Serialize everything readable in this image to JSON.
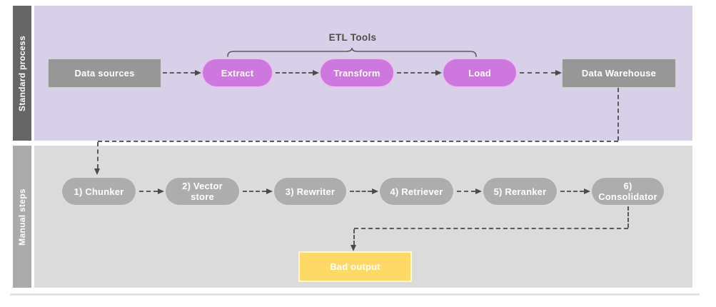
{
  "lanes": [
    {
      "label": "Standard process",
      "strip_color": "#666666",
      "bg_color": "#d8d0e8"
    },
    {
      "label": "Manual steps",
      "strip_color": "#ababab",
      "bg_color": "#dbdbdb"
    }
  ],
  "bracket": {
    "label": "ETL Tools"
  },
  "nodes": {
    "data_sources": {
      "label": "Data sources",
      "shape": "rectangle",
      "color": "#979797"
    },
    "extract": {
      "label": "Extract",
      "shape": "pill",
      "color": "#ce77de"
    },
    "transform": {
      "label": "Transform",
      "shape": "pill",
      "color": "#ce77de"
    },
    "load": {
      "label": "Load",
      "shape": "pill",
      "color": "#ce77de"
    },
    "data_warehouse": {
      "label": "Data Warehouse",
      "shape": "rectangle",
      "color": "#979797"
    },
    "chunker": {
      "label": "1) Chunker",
      "shape": "pill",
      "color": "#adadad"
    },
    "vector_store": {
      "label": "2) Vector store",
      "shape": "pill",
      "color": "#adadad"
    },
    "rewriter": {
      "label": "3) Rewriter",
      "shape": "pill",
      "color": "#adadad"
    },
    "retriever": {
      "label": "4) Retriever",
      "shape": "pill",
      "color": "#adadad"
    },
    "reranker": {
      "label": "5) Reranker",
      "shape": "pill",
      "color": "#adadad"
    },
    "consolidator": {
      "label": "6) Consolidator",
      "shape": "pill",
      "color": "#adadad"
    },
    "bad_output": {
      "label": "Bad output",
      "shape": "rectangle",
      "color": "#ffd966"
    }
  },
  "connector_color": "#5a5a5a",
  "text_color": "#ffffff"
}
